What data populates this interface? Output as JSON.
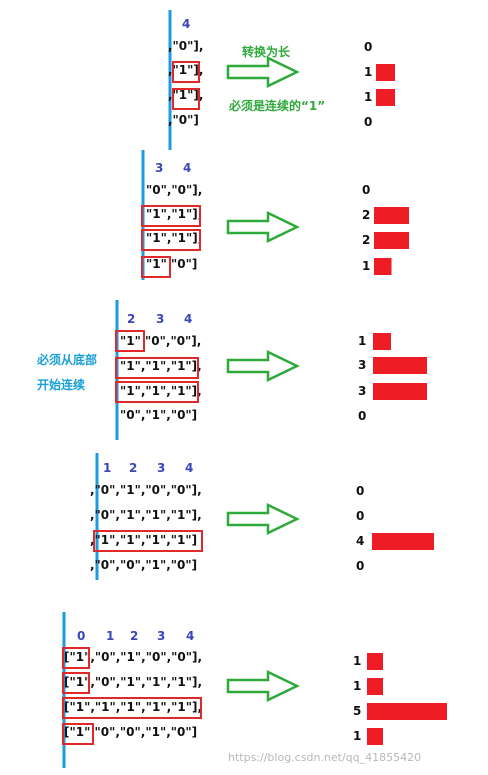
{
  "colors": {
    "axis": "#1e9be0",
    "highlight": "#e02a2a",
    "bar": "#ee1c24",
    "arrow": "#2eaa3a",
    "header": "#3a47b8",
    "text": "#111111"
  },
  "notes": {
    "convert": "转换为长",
    "consecutive": "必须是连续的“1”",
    "from_bottom_1": "必须从底部",
    "from_bottom_2": "开始连续"
  },
  "watermark": "https://blog.csdn.net/qq_41855420",
  "panels": [
    {
      "id": "p1",
      "header": [
        "4"
      ],
      "rows": [
        ",\"0\"],",
        ",\"1\"],",
        ",\"1\"],",
        ",\"0\"]"
      ],
      "heights": [
        0,
        1,
        1,
        0
      ]
    },
    {
      "id": "p2",
      "header": [
        "3",
        "4"
      ],
      "rows": [
        "\"0\",\"0\"],",
        "\"1\",\"1\"],",
        "\"1\",\"1\"],",
        "\"1\" \"0\"]"
      ],
      "heights": [
        0,
        2,
        2,
        1
      ]
    },
    {
      "id": "p3",
      "header": [
        "2",
        "3",
        "4"
      ],
      "rows": [
        "\"1\" \"0\",\"0\"],",
        "\"1\",\"1\",\"1\"],",
        "\"1\",\"1\",\"1\"],",
        "\"0\",\"1\",\"0\"]"
      ],
      "heights": [
        1,
        3,
        3,
        0
      ]
    },
    {
      "id": "p4",
      "header": [
        "1",
        "2",
        "3",
        "4"
      ],
      "rows": [
        ",\"0\",\"1\",\"0\",\"0\"],",
        ",\"0\",\"1\",\"1\",\"1\"],",
        ",\"1\",\"1\",\"1\",\"1\"]",
        ",\"0\",\"0\",\"1\",\"0\"]"
      ],
      "heights": [
        0,
        0,
        4,
        0
      ]
    },
    {
      "id": "p5",
      "header": [
        "0",
        "1",
        "2",
        "3",
        "4"
      ],
      "rows": [
        "[\"1\",\"0\",\"1\",\"0\",\"0\"],",
        "[\"1\",\"0\",\"1\",\"1\",\"1\"],",
        "[\"1\",\"1\",\"1\",\"1\",\"1\"],",
        "[\"1\" \"0\",\"0\",\"1\",\"0\"]"
      ],
      "heights": [
        1,
        1,
        5,
        1
      ]
    }
  ]
}
